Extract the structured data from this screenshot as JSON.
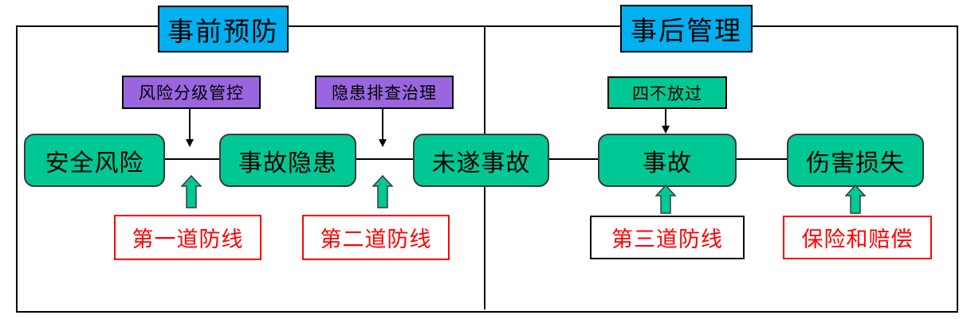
{
  "headers": {
    "prevention": "事前预防",
    "management": "事后管理"
  },
  "control_boxes": {
    "risk_control": "风险分级管控",
    "hazard_treatment": "隐患排查治理",
    "four_no_passes": "四不放过"
  },
  "chain": {
    "safety_risk": "安全风险",
    "accident_hazard": "事故隐患",
    "near_miss": "未遂事故",
    "accident": "事故",
    "injury_loss": "伤害损失"
  },
  "defense_labels": {
    "first_line": "第一道防线",
    "second_line": "第二道防线",
    "third_line": "第三道防线",
    "insurance": "保险和赔偿"
  },
  "colors": {
    "header_bg": "#00B0F0",
    "control_box_purple": "#9966E0",
    "node_green": "#00C894",
    "defense_text": "#FF0000",
    "line_black": "#000000"
  }
}
